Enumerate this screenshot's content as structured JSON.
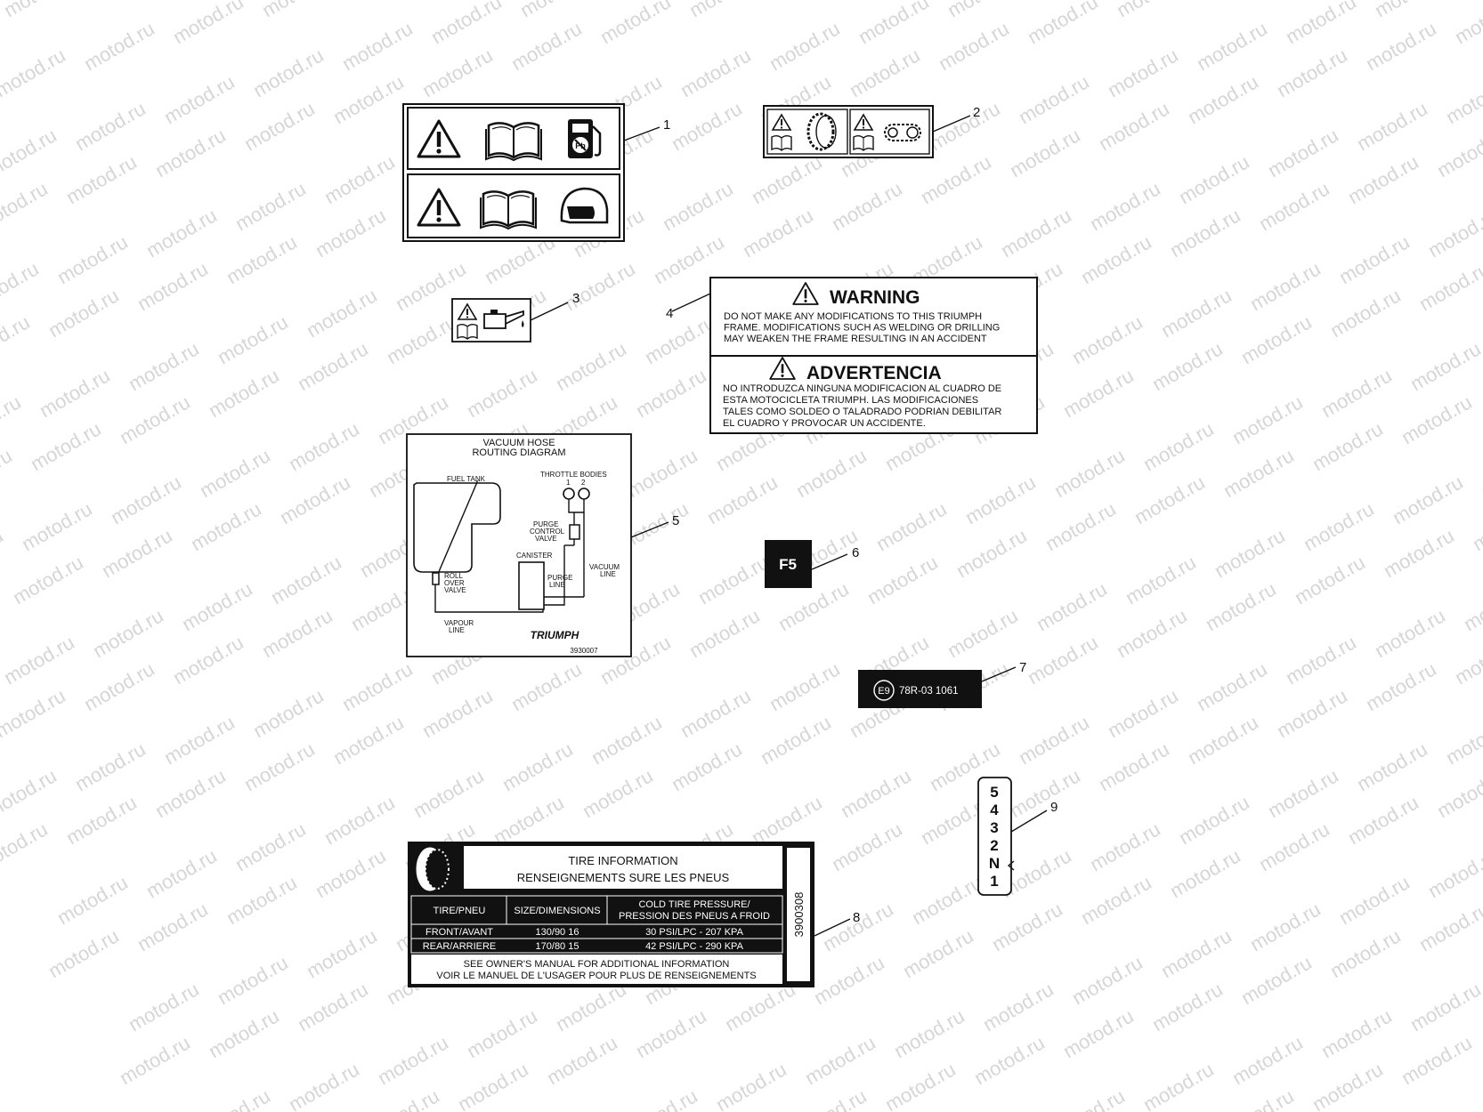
{
  "watermark": "motod.ru",
  "callouts": [
    "1",
    "2",
    "3",
    "4",
    "5",
    "6",
    "7",
    "8",
    "9"
  ],
  "warning": {
    "title": "WARNING",
    "lines": [
      "DO  NOT MAKE ANY MODIFICATIONS TO THIS TRIUMPH",
      "FRAME.  MODIFICATIONS SUCH AS WELDING OR DRILLING",
      "MAY WEAKEN THE FRAME RESULTING IN AN ACCIDENT"
    ],
    "title_es": "ADVERTENCIA",
    "lines_es": [
      "NO INTRODUZCA NINGUNA MODIFICACION AL CUADRO DE",
      "ESTA MOTOCICLETA TRIUMPH.  LAS MODIFICACIONES",
      "TALES COMO SOLDEO O TALADRADO PODRIAN DEBILITAR",
      "EL CUADRO Y PROVOCAR UN ACCIDENTE."
    ]
  },
  "vacuum": {
    "title1": "VACUUM HOSE",
    "title2": "ROUTING DIAGRAM",
    "fuel_tank": "FUEL TANK",
    "throttle_bodies": "THROTTLE BODIES",
    "tb_1": "1",
    "tb_2": "2",
    "purge_valve": [
      "PURGE",
      "CONTROL",
      "VALVE"
    ],
    "canister": "CANISTER",
    "roll_over": [
      "ROLL",
      "OVER",
      "VALVE"
    ],
    "purge_line": [
      "PURGE",
      "LINE"
    ],
    "vacuum_line": [
      "VACUUM",
      "LINE"
    ],
    "vapour_line": [
      "VAPOUR",
      "LINE"
    ],
    "brand": "TRIUMPH",
    "part_no": "3930007"
  },
  "fuse": "F5",
  "approval": {
    "mark": "E9",
    "number": "78R-03 1061"
  },
  "tire": {
    "title": "TIRE INFORMATION",
    "title_fr": "RENSEIGNEMENTS SURE LES PNEUS",
    "headers": [
      "TIRE/PNEU",
      "SIZE/DIMENSIONS",
      "COLD TIRE PRESSURE/",
      "PRESSION DES PNEUS A FROID"
    ],
    "rows": [
      [
        "FRONT/AVANT",
        "130/90 16",
        "30 PSI/LPC - 207 KPA"
      ],
      [
        "REAR/ARRIERE",
        "170/80 15",
        "42 PSI/LPC - 290 KPA"
      ]
    ],
    "footer": "SEE OWNER'S MANUAL FOR ADDITIONAL INFORMATION",
    "footer_fr": "VOIR LE MANUEL DE L'USAGER POUR PLUS DE RENSEIGNEMENTS",
    "part_no": "3900308"
  },
  "gears": [
    "5",
    "4",
    "3",
    "2",
    "N",
    "1"
  ]
}
